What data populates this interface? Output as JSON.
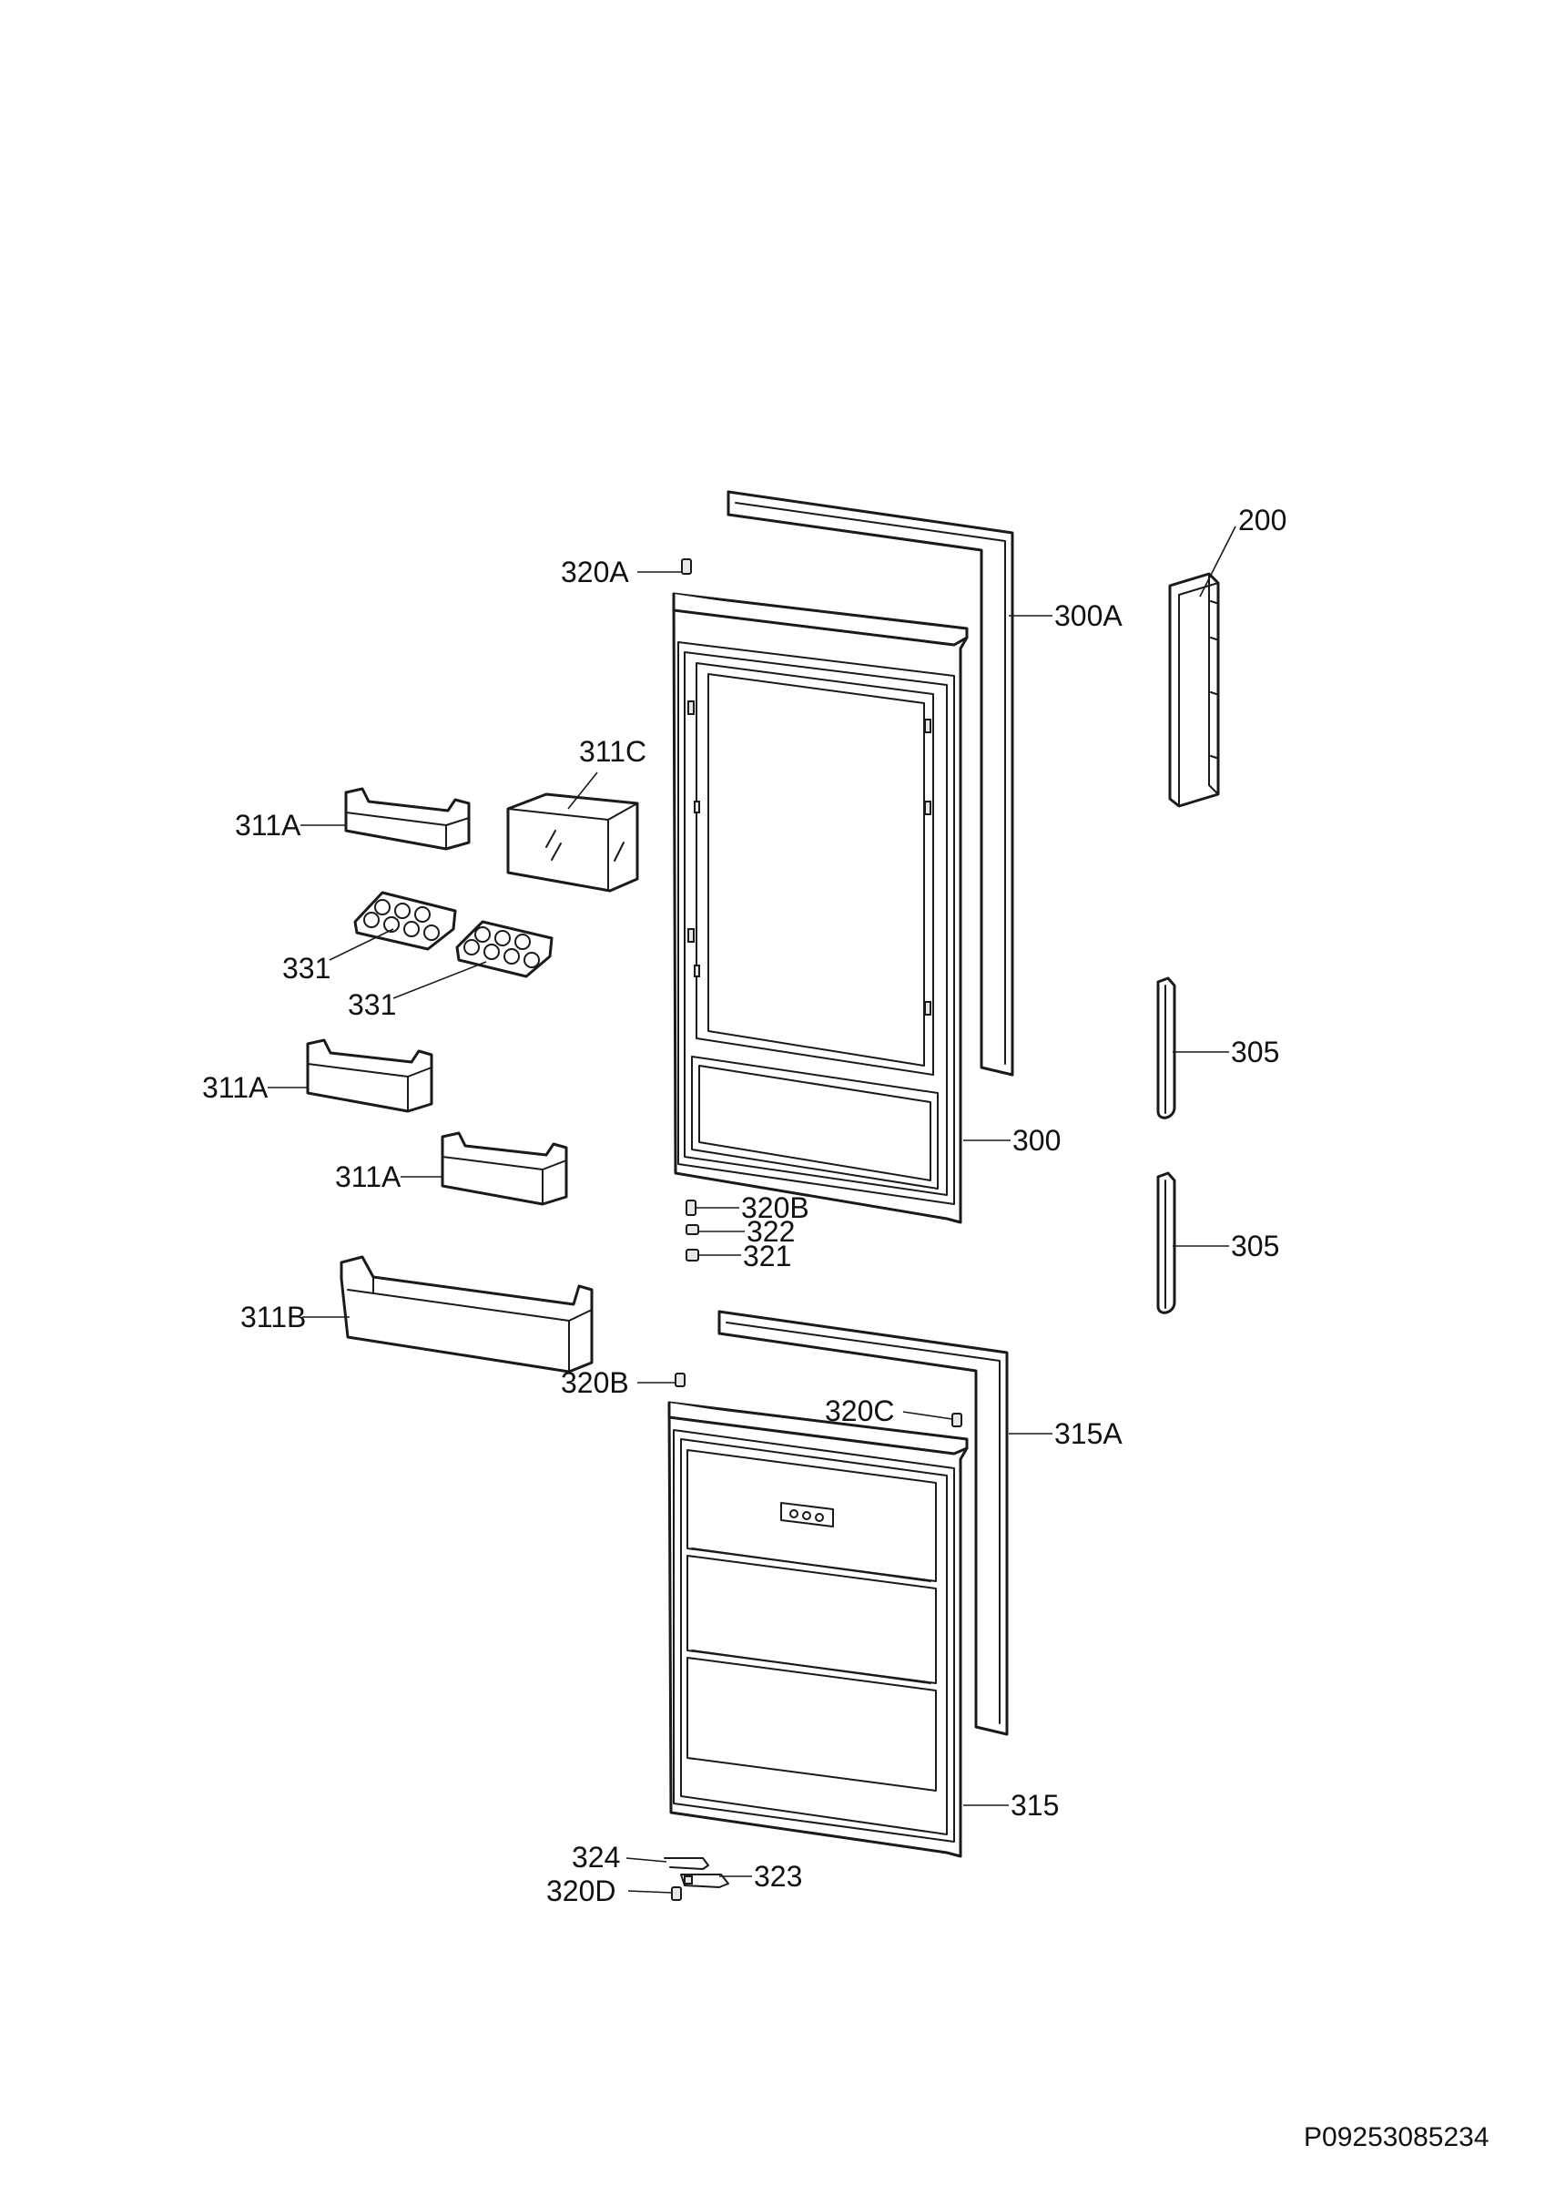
{
  "labels": {
    "l200": "200",
    "l300A": "300A",
    "l300": "300",
    "l305a": "305",
    "l305b": "305",
    "l311C": "311C",
    "l311A_1": "311A",
    "l311A_2": "311A",
    "l311A_3": "311A",
    "l311B": "311B",
    "l331a": "331",
    "l331b": "331",
    "l320A": "320A",
    "l320B_1": "320B",
    "l320B_2": "320B",
    "l320C": "320C",
    "l320D": "320D",
    "l322": "322",
    "l321": "321",
    "l315A": "315A",
    "l315": "315",
    "l324": "324",
    "l323": "323"
  },
  "drawing_code": "P09253085234"
}
